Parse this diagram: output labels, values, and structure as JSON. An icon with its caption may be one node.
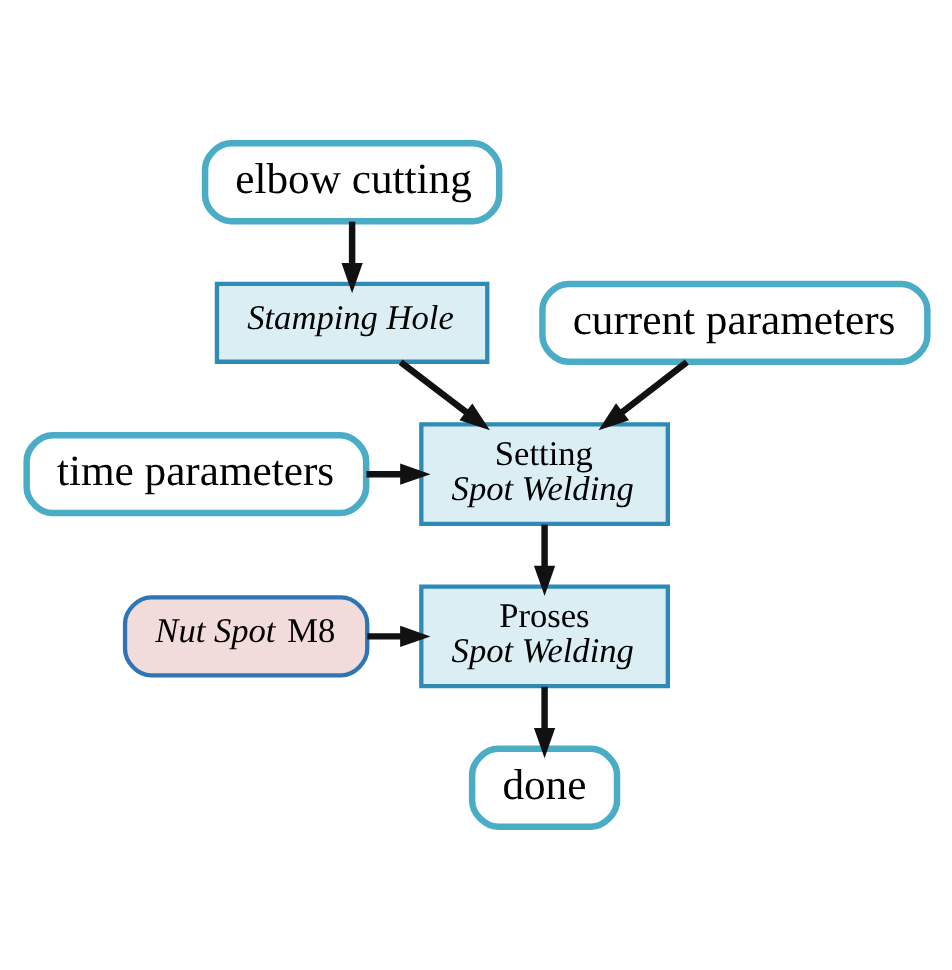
{
  "diagram": {
    "nodes": [
      {
        "text": [
          "elbow cutting"
        ]
      },
      {
        "text": [
          "Stamping Hole"
        ]
      },
      {
        "text": [
          "current parameters"
        ]
      },
      {
        "text": [
          "time parameters"
        ]
      },
      {
        "text": [
          "Setting",
          "Spot Welding"
        ]
      },
      {
        "text": [
          "*Nut Spot* M8"
        ]
      },
      {
        "text": [
          "Proses",
          "Spot Welding"
        ]
      },
      {
        "text": [
          "done"
        ]
      }
    ],
    "edges": [
      {
        "from": 0,
        "to": 1,
        "arrow": "to"
      },
      {
        "from": 1,
        "to": 4,
        "arrow": "to"
      },
      {
        "from": 2,
        "to": 4,
        "arrow": "to"
      },
      {
        "from": 3,
        "to": 4,
        "arrow": "to"
      },
      {
        "from": 4,
        "to": 6,
        "arrow": "to"
      },
      {
        "from": 5,
        "to": 6,
        "arrow": "to"
      },
      {
        "from": 6,
        "to": 7,
        "arrow": "to"
      }
    ]
  }
}
